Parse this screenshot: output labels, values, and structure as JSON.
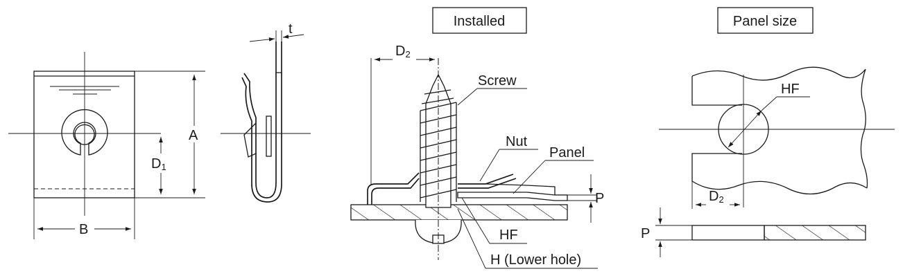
{
  "titles": {
    "installed": "Installed",
    "panel_size": "Panel size"
  },
  "front_view": {
    "dim_a": "A",
    "dim_b": "B",
    "dim_d1_main": "D",
    "dim_d1_sub": "1"
  },
  "side_view": {
    "dim_t": "t"
  },
  "installed_view": {
    "dim_d2_main": "D",
    "dim_d2_sub": "2",
    "screw": "Screw",
    "nut": "Nut",
    "panel": "Panel",
    "dim_p": "P",
    "hf": "HF",
    "lower_hole": "H (Lower hole)"
  },
  "panel_view": {
    "hf": "HF",
    "dim_d2_main": "D",
    "dim_d2_sub": "2",
    "dim_p": "P"
  }
}
